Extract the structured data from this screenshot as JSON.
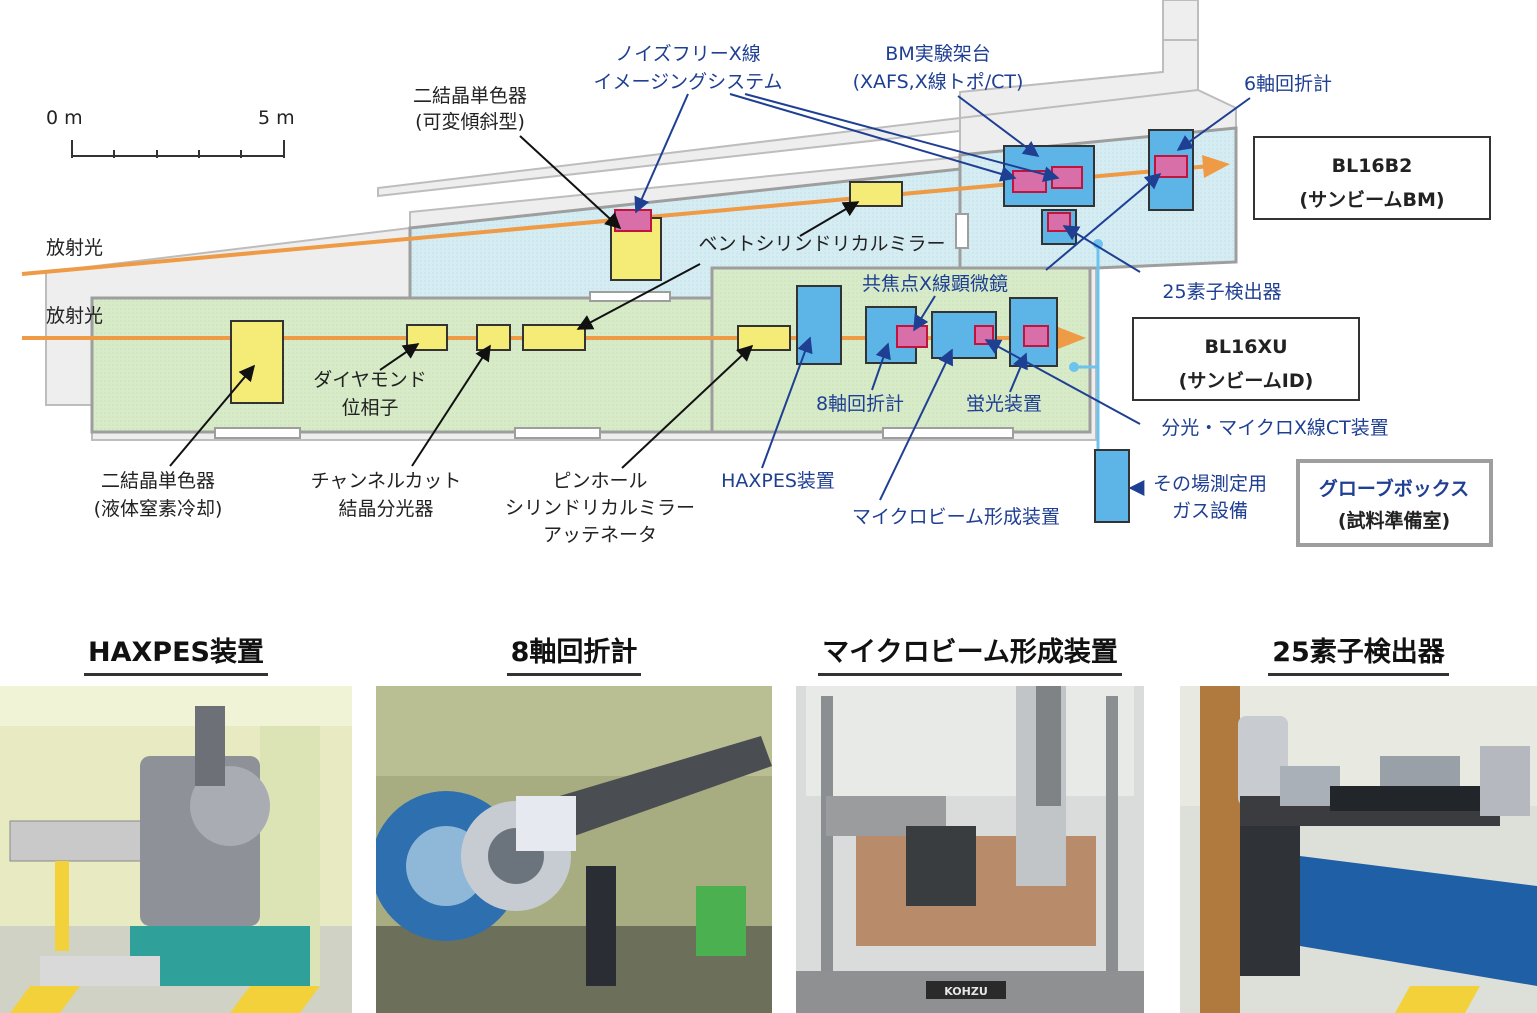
{
  "scale": {
    "left": "0 m",
    "right": "5 m"
  },
  "light_labels": [
    "放射光",
    "放射光"
  ],
  "beamlines": {
    "bm": {
      "line1": "BL16B2",
      "line2": "(サンビームBM)"
    },
    "id": {
      "line1": "BL16XU",
      "line2": "(サンビームID)"
    }
  },
  "glovebox": {
    "line1": "グローブボックス",
    "line2": "(試料準備室)"
  },
  "labels_black": {
    "mono_variable": [
      "二結晶単色器",
      "(可変傾斜型)"
    ],
    "bent_mirror": "ベントシリンドリカルミラー",
    "diamond": [
      "ダイヤモンド",
      "位相子"
    ],
    "mono_ln2": [
      "二結晶単色器",
      "(液体窒素冷却)"
    ],
    "channel_cut": [
      "チャンネルカット",
      "結晶分光器"
    ],
    "pinhole": [
      "ピンホール",
      "シリンドリカルミラー",
      "アッテネータ"
    ]
  },
  "labels_blue": {
    "noise_free": [
      "ノイズフリーX線",
      "イメージングシステム"
    ],
    "bm_stand": [
      "BM実験架台",
      "(XAFS,X線トポ/CT)"
    ],
    "six_axis": "6軸回折計",
    "det25": "25素子検出器",
    "confocal": "共焦点X線顕微鏡",
    "eight_axis": "8軸回折計",
    "fluor": "蛍光装置",
    "spectro_ct": "分光・マイクロX線CT装置",
    "haxpes": "HAXPES装置",
    "microbeam": "マイクロビーム形成装置",
    "gas": [
      "その場測定用",
      "ガス設備"
    ]
  },
  "photos": [
    {
      "title": "HAXPES装置",
      "icon": "haxpes-photo"
    },
    {
      "title": "8軸回折計",
      "icon": "diffractometer-photo"
    },
    {
      "title": "マイクロビーム形成装置",
      "icon": "microbeam-photo"
    },
    {
      "title": "25素子検出器",
      "icon": "detector-photo"
    }
  ],
  "colors": {
    "beam": "#ef9a45",
    "yellow_block": "#f5ec78",
    "blue_block": "#5db4e6",
    "pink_block": "#d86fa8",
    "bm_hutch": "#d5ecf3",
    "id_hutch": "#d7ebc8",
    "blue_text": "#1f3f93"
  },
  "plot_extra": {
    "brand_plate": "KOHZU"
  }
}
